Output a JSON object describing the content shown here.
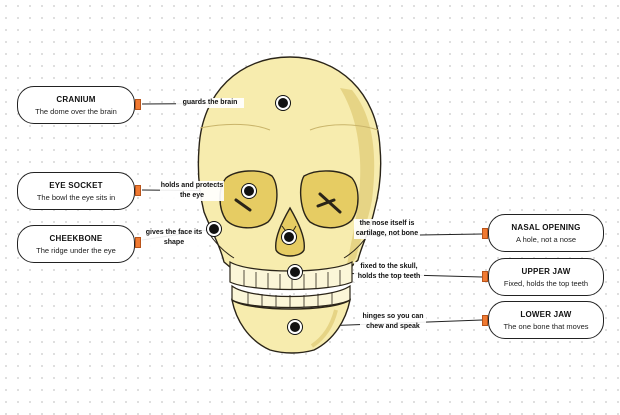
{
  "callouts": {
    "cranium": {
      "title": "CRANIUM",
      "desc": "The dome over the brain"
    },
    "eye_socket": {
      "title": "EYE SOCKET",
      "desc": "The bowl the eye sits in"
    },
    "cheekbone": {
      "title": "CHEEKBONE",
      "desc": "The ridge under the eye"
    },
    "nasal": {
      "title": "NASAL OPENING",
      "desc": "A hole, not a nose"
    },
    "upper_jaw": {
      "title": "UPPER JAW",
      "desc": "Fixed, holds the top teeth"
    },
    "lower_jaw": {
      "title": "LOWER JAW",
      "desc": "The one bone that moves"
    }
  },
  "notes": {
    "cranium": "guards the brain",
    "eye_socket": "holds and protects the eye",
    "cheekbone": "gives the face its shape",
    "nasal": "the nose itself is cartilage, not bone",
    "upper_jaw": "fixed to the skull, holds the top teeth",
    "lower_jaw": "hinges so you can chew and speak"
  },
  "colors": {
    "bone": "#f7ecae",
    "bone_shade": "#e6d485",
    "outline": "#2a2418",
    "accent": "#f07a32"
  }
}
